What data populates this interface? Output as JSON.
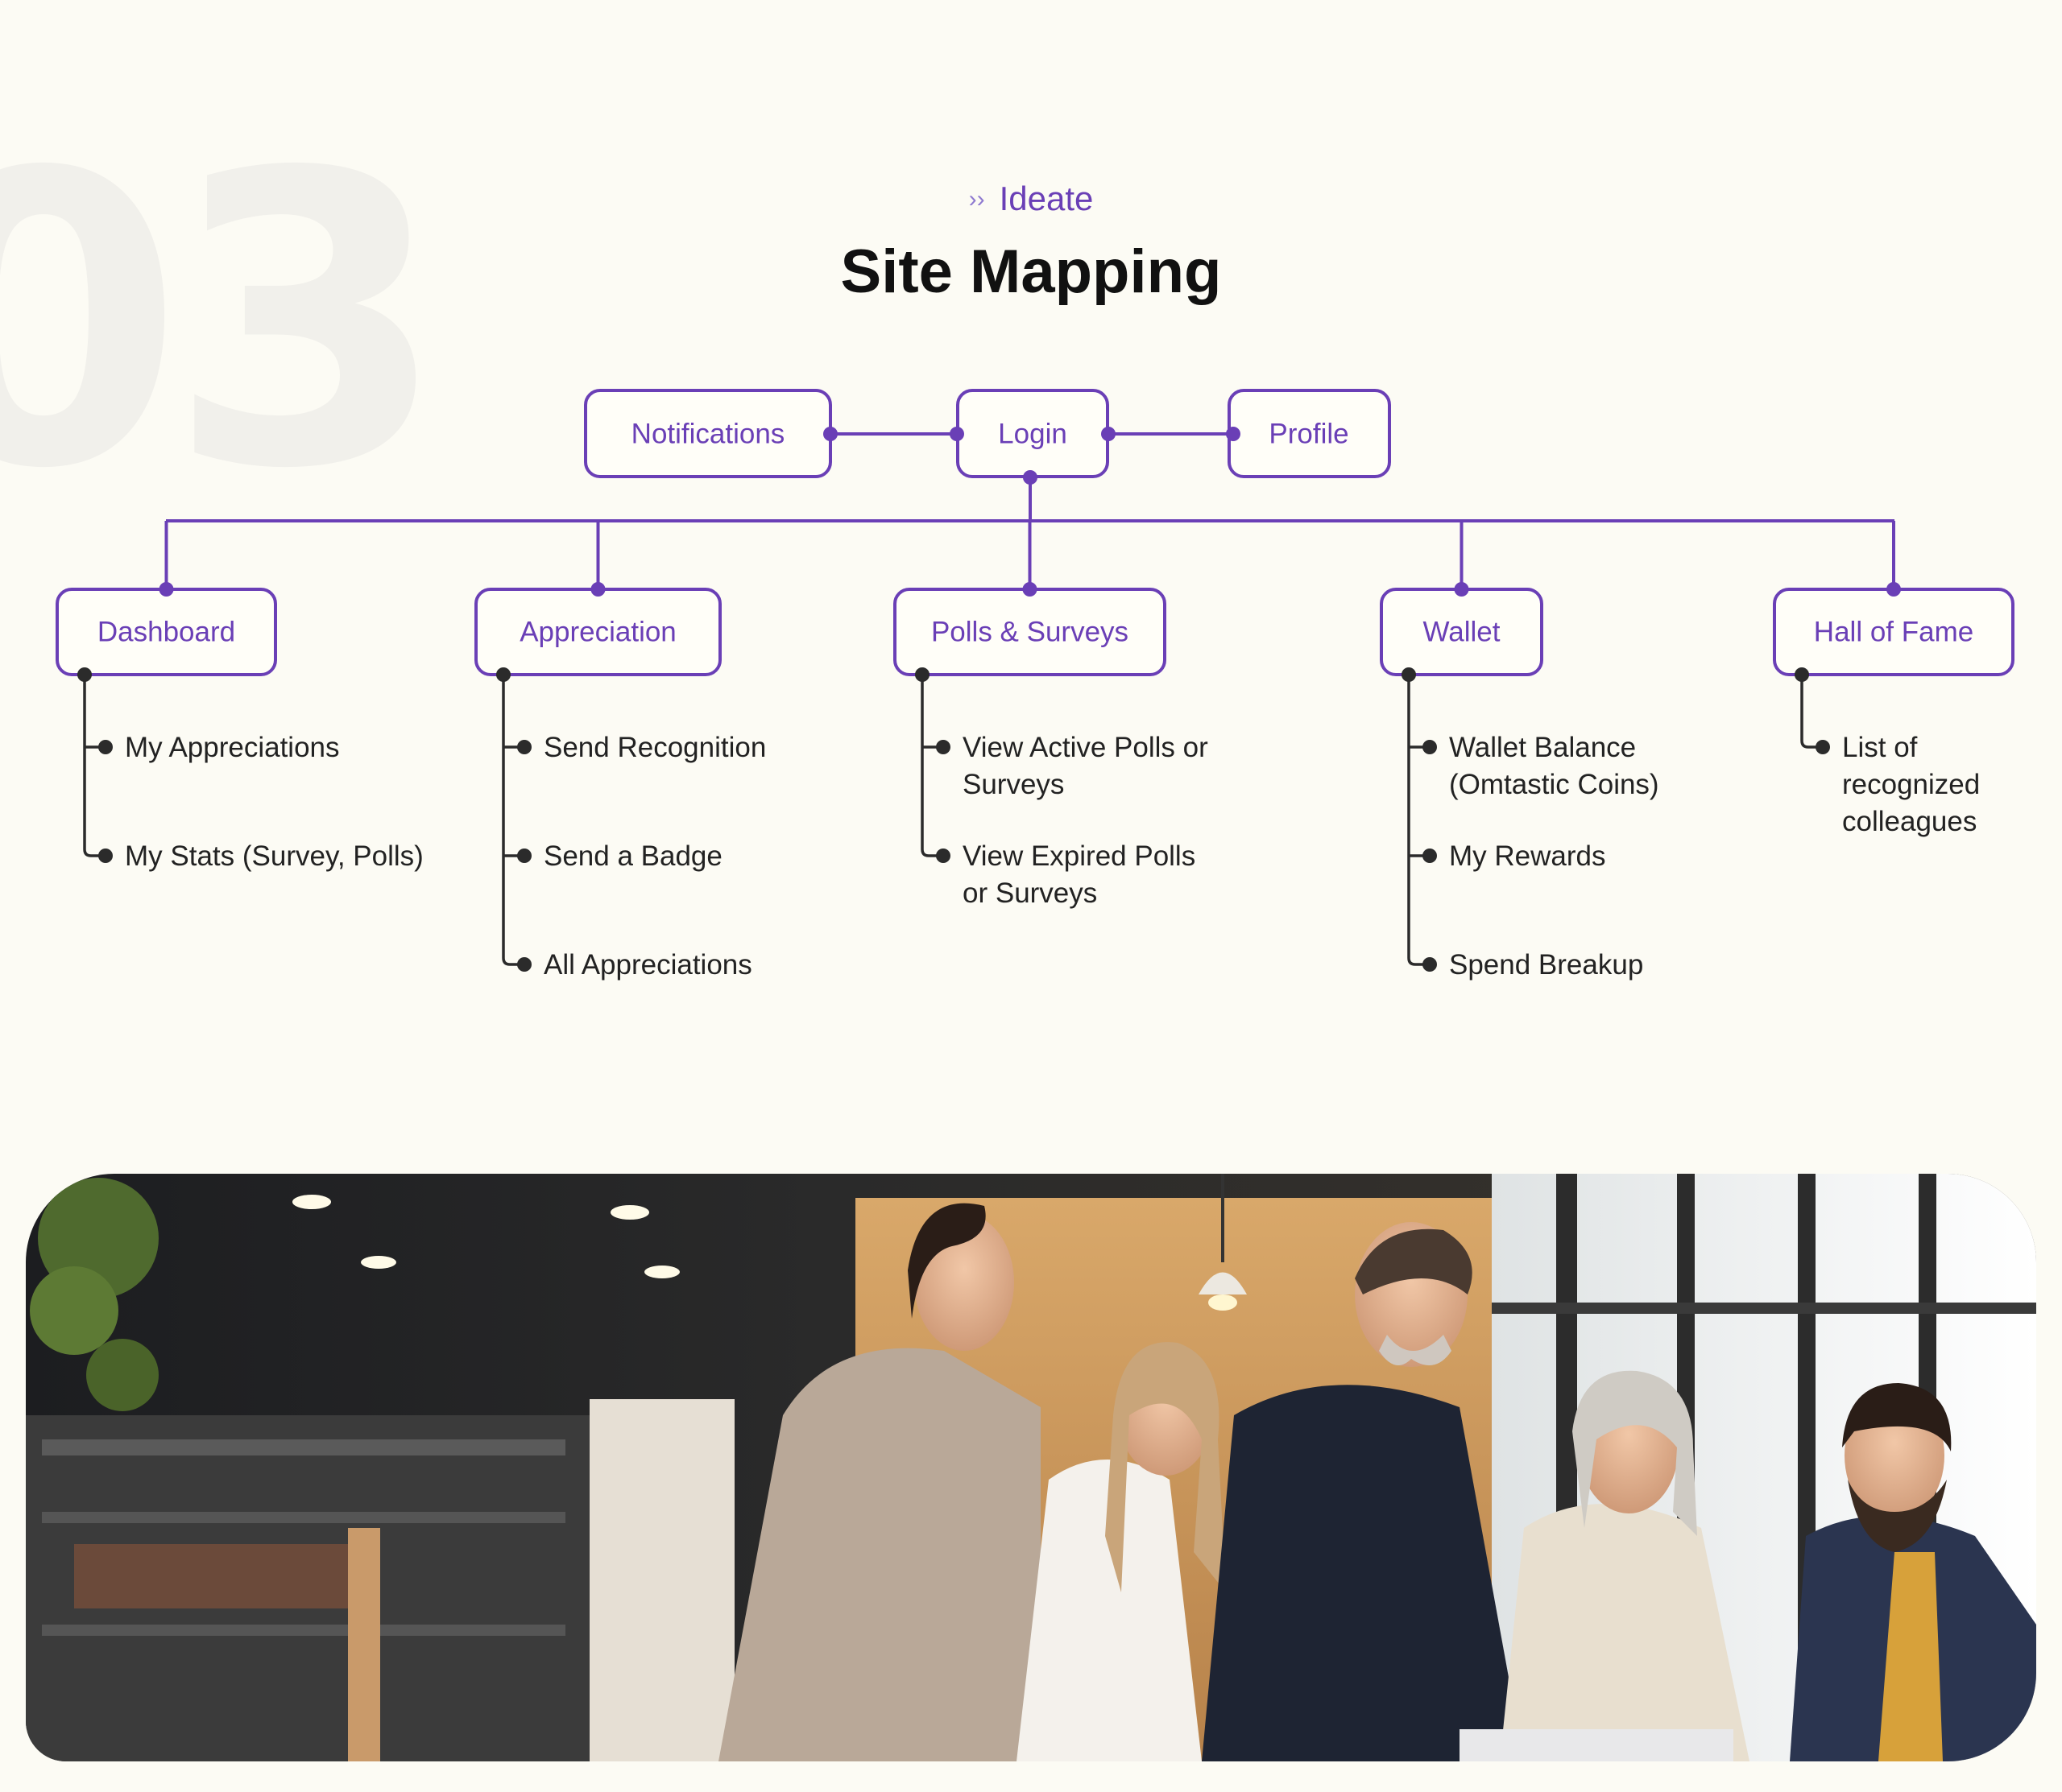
{
  "background_number": "03",
  "section": {
    "eyebrow": "Ideate",
    "title": "Site Mapping"
  },
  "colors": {
    "accent": "#6a3fb6",
    "background": "#fcfbf4",
    "text": "#222222",
    "tree_line": "#2b2b2b"
  },
  "icons": {
    "eyebrow": "double-chevron-right-icon"
  },
  "top_nodes": {
    "left": "Notifications",
    "center": "Login",
    "right": "Profile"
  },
  "sections": [
    {
      "label": "Dashboard",
      "items": [
        [
          "My Appreciations"
        ],
        [
          "My Stats (Survey, Polls)"
        ]
      ]
    },
    {
      "label": "Appreciation",
      "items": [
        [
          "Send Recognition"
        ],
        [
          "Send a Badge"
        ],
        [
          "All Appreciations"
        ]
      ]
    },
    {
      "label": "Polls & Surveys",
      "items": [
        [
          "View Active Polls or",
          "Surveys"
        ],
        [
          "View Expired Polls",
          "or Surveys"
        ]
      ]
    },
    {
      "label": "Wallet",
      "items": [
        [
          "Wallet Balance",
          "(Omtastic Coins)"
        ],
        [
          "My Rewards"
        ],
        [
          "Spend Breakup"
        ]
      ]
    },
    {
      "label": "Hall of Fame",
      "items": [
        [
          "List of",
          "recognized",
          "colleagues"
        ]
      ]
    }
  ]
}
